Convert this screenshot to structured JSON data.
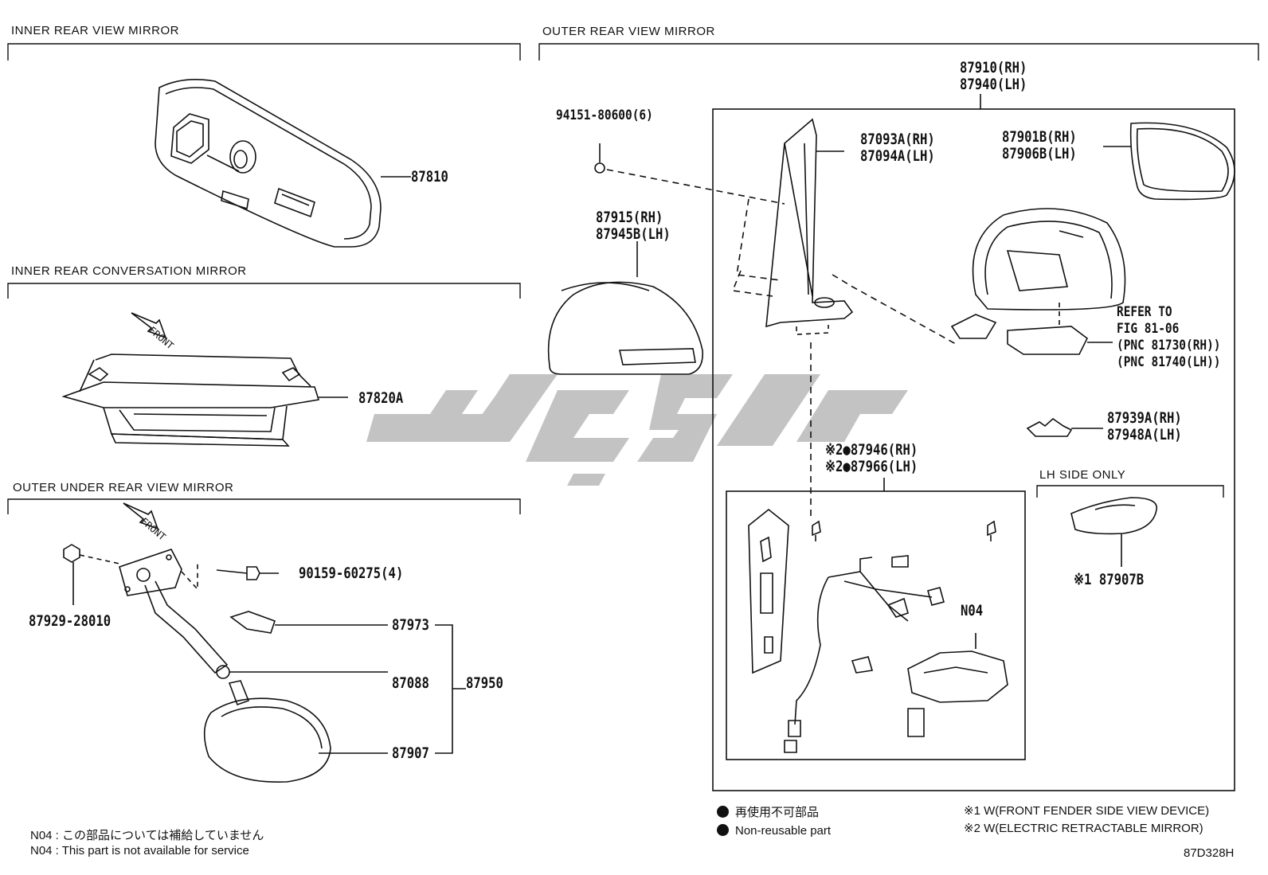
{
  "sections": {
    "inner_rear_view": "INNER REAR VIEW MIRROR",
    "inner_rear_conversation": "INNER REAR CONVERSATION MIRROR",
    "outer_under_rear_view": "OUTER UNDER REAR VIEW MIRROR",
    "outer_rear_view": "OUTER REAR VIEW MIRROR",
    "lh_side_only": "LH SIDE ONLY"
  },
  "parts": {
    "p87810": "87810",
    "p87820a": "87820A",
    "p87929": "87929-28010",
    "p90159": "90159-60275(4)",
    "p87973": "87973",
    "p87088": "87088",
    "p87950": "87950",
    "p87907": "87907",
    "p94151": "94151-80600(6)",
    "p87915_rh": "87915(RH)",
    "p87945b_lh": "87945B(LH)",
    "p87910_rh": "87910(RH)",
    "p87940_lh": "87940(LH)",
    "p87093a_rh": "87093A(RH)",
    "p87094a_lh": "87094A(LH)",
    "p87901b_rh": "87901B(RH)",
    "p87906b_lh": "87906B(LH)",
    "refer_1": "REFER TO",
    "refer_2": "FIG 81-06",
    "refer_3": "(PNC 81730(RH))",
    "refer_4": "(PNC 81740(LH))",
    "p87939a_rh": "87939A(RH)",
    "p87948a_lh": "87948A(LH)",
    "p87946_rh": "※2●87946(RH)",
    "p87966_lh": "※2●87966(LH)",
    "n04": "N04",
    "p87907b": "※1 87907B"
  },
  "legend": {
    "jp": "再使用不可部品",
    "en": "Non-reusable part",
    "w1": "※1 W(FRONT FENDER SIDE VIEW DEVICE)",
    "w2": "※2 W(ELECTRIC RETRACTABLE MIRROR)"
  },
  "notes": {
    "jp": "N04 : この部品については補給していません",
    "en": "N04 : This part is not available for service"
  },
  "front_label": "FRONT",
  "figure_code": "87D328H"
}
